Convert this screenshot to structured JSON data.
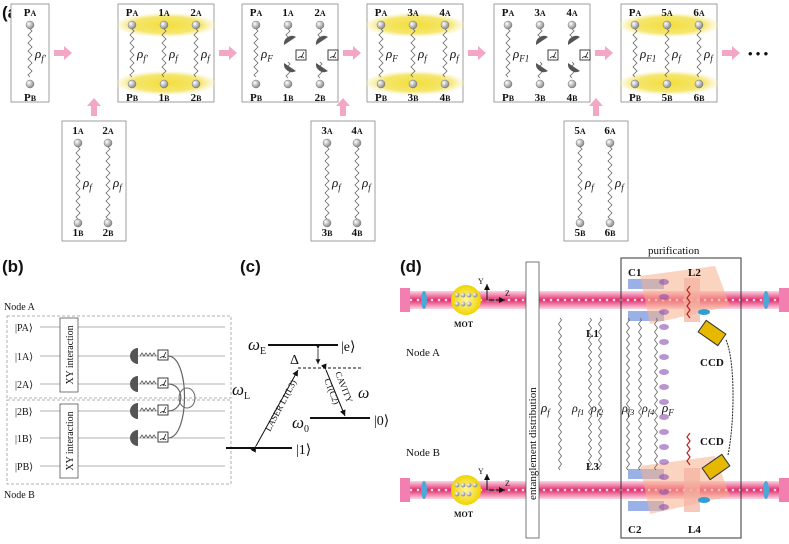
{
  "panel_labels": {
    "a": "(a)",
    "b": "(b)",
    "c": "(c)",
    "d": "(d)"
  },
  "panel_a": {
    "top_boxes": [
      {
        "top": [
          "PA"
        ],
        "bottom": [
          "PB"
        ],
        "rho": [
          "ρf'"
        ],
        "highlight": false
      },
      {
        "top": [
          "PA",
          "1A",
          "2A"
        ],
        "bottom": [
          "PB",
          "1B",
          "2B"
        ],
        "rho": [
          "ρf'",
          "ρf",
          "ρf"
        ],
        "highlight": true
      },
      {
        "top": [
          "PA",
          "1A",
          "2A"
        ],
        "bottom": [
          "PB",
          "1B",
          "2B"
        ],
        "rho": [
          "ρF"
        ],
        "highlight": false,
        "measure": true
      },
      {
        "top": [
          "PA",
          "3A",
          "4A"
        ],
        "bottom": [
          "PB",
          "3B",
          "4B"
        ],
        "rho": [
          "ρF",
          "ρf",
          "ρf"
        ],
        "highlight": true
      },
      {
        "top": [
          "PA",
          "3A",
          "4A"
        ],
        "bottom": [
          "PB",
          "3B",
          "4B"
        ],
        "rho": [
          "ρF1"
        ],
        "highlight": false,
        "measure": true
      },
      {
        "top": [
          "PA",
          "5A",
          "6A"
        ],
        "bottom": [
          "PB",
          "5B",
          "6B"
        ],
        "rho": [
          "ρF1",
          "ρf",
          "ρf"
        ],
        "highlight": true
      }
    ],
    "bottom_boxes": [
      {
        "top": [
          "1A",
          "2A"
        ],
        "bottom": [
          "1B",
          "2B"
        ],
        "rho": [
          "ρf",
          "ρf"
        ]
      },
      {
        "top": [
          "3A",
          "4A"
        ],
        "bottom": [
          "3B",
          "4B"
        ],
        "rho": [
          "ρf",
          "ρf"
        ]
      },
      {
        "top": [
          "5A",
          "6A"
        ],
        "bottom": [
          "5B",
          "6B"
        ],
        "rho": [
          "ρf",
          "ρf"
        ]
      }
    ],
    "ellipsis": "• • •"
  },
  "panel_b": {
    "node_a": "Node A",
    "node_b": "Node B",
    "kets_a": [
      "|PA⟩",
      "|1A⟩",
      "|2A⟩"
    ],
    "kets_b": [
      "|2B⟩",
      "|1B⟩",
      "|PB⟩"
    ],
    "xy_label": "XY interaction"
  },
  "panel_c": {
    "omega_e": "ωE",
    "ket_e": "|e⟩",
    "delta": "Δ",
    "omega_l": "ωL",
    "laser": "LASER  L1(L3)",
    "cavity": "CAVITY",
    "cavity_sub": "C1(C2)",
    "omega": "ω",
    "omega_0": "ω0",
    "ket_0": "|0⟩",
    "ket_1": "|1⟩"
  },
  "panel_d": {
    "purification": "purification",
    "node_a": "Node A",
    "node_b": "Node B",
    "mot": "MOT",
    "axis_y": "Y",
    "axis_z": "Z",
    "ent_dist": "entanglement distribution",
    "c1": "C1",
    "c2": "C2",
    "l1": "L1",
    "l2": "L2",
    "l3": "L3",
    "l4": "L4",
    "ccd": "CCD",
    "rho_f": "ρf",
    "rho_f1": "ρf1",
    "rho_f2": "ρf2",
    "rho_f3": "ρf3",
    "rho_f4": "ρf4",
    "rho_F": "ρF"
  },
  "colors": {
    "arrow": "#f4a6c6",
    "highlight": "#f5e36a",
    "beam": "#e0306e",
    "cavity": "#7f9fe0",
    "ccd": "#e6b800"
  }
}
